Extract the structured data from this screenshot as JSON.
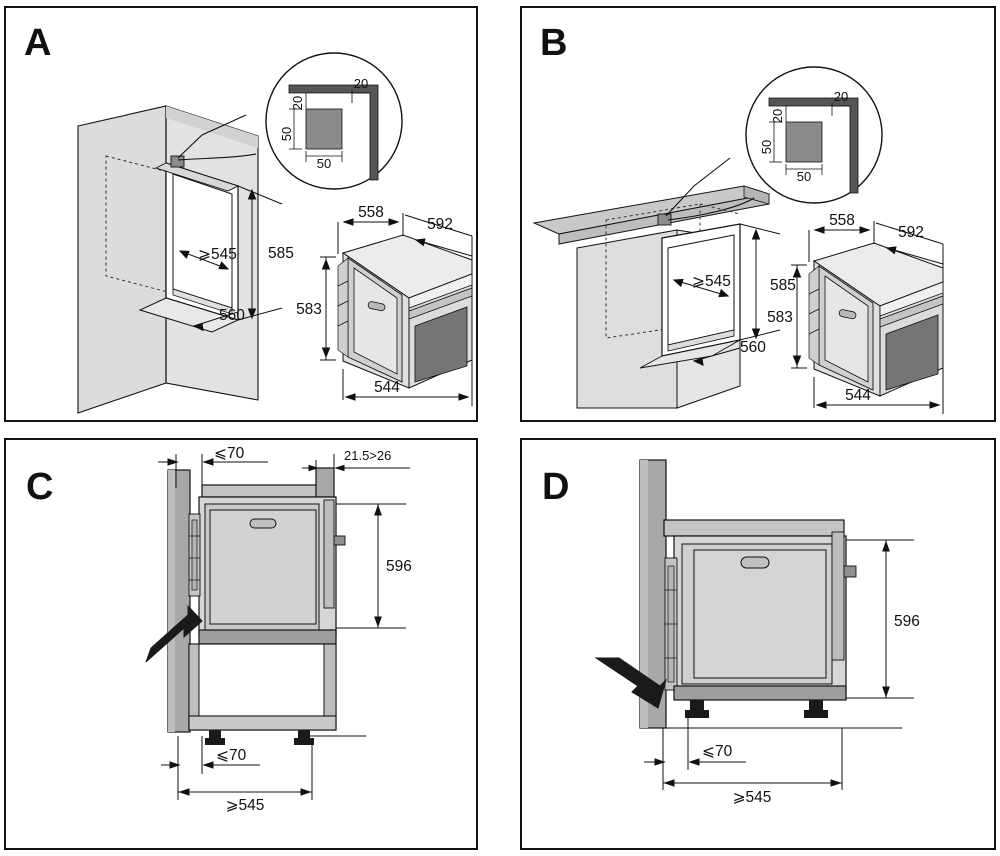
{
  "document": {
    "type": "oven-installation-dimension-diagram",
    "units": "mm"
  },
  "colors": {
    "outline": "#111111",
    "cabinet_fill": "#dcdcdc",
    "cabinet_fill_dark": "#c8c8c8",
    "cabinet_fill_light": "#e8e8e8",
    "oven_body": "#d6d6d6",
    "oven_glass": "#757575",
    "oven_glass_light": "#9a9a9a",
    "panel_border": "#111111",
    "arrow": "#1a1a1a",
    "white": "#ffffff"
  },
  "panels": [
    {
      "id": "a",
      "letter": "A",
      "description": "tall-cabinet-built-in-oven-niche",
      "callout": {
        "shape": "circle",
        "description": "corner-cutout-detail",
        "labels": {
          "top_offset": "20",
          "side_offset": "20",
          "height": "50",
          "width": "50"
        }
      },
      "niche": {
        "width": "⩾545",
        "height": "585",
        "depth": "560"
      },
      "appliance": {
        "depth_front": "558",
        "depth_total": "592",
        "height": "583",
        "width": "544"
      }
    },
    {
      "id": "b",
      "letter": "B",
      "description": "under-counter-built-in-oven-niche",
      "callout": {
        "shape": "circle",
        "description": "corner-cutout-detail",
        "labels": {
          "top_offset": "20",
          "side_offset": "20",
          "height": "50",
          "width": "50"
        }
      },
      "niche": {
        "width": "⩾545",
        "height": "585",
        "depth": "560"
      },
      "appliance": {
        "depth_front": "558",
        "depth_total": "592",
        "height": "583",
        "width": "544"
      }
    },
    {
      "id": "c",
      "letter": "C",
      "description": "tall-unit-side-section-insertion",
      "labels": {
        "top_gap": "⩽70",
        "panel_thickness": "21.5>26",
        "oven_height": "596",
        "bottom_gap": "⩽70",
        "cabinet_width": "⩾545"
      },
      "arrow": {
        "direction": "up-right",
        "meaning": "push-oven-into-cabinet"
      }
    },
    {
      "id": "d",
      "letter": "D",
      "description": "under-counter-side-section-insertion",
      "labels": {
        "oven_height": "596",
        "bottom_gap": "⩽70",
        "cabinet_width": "⩾545"
      },
      "arrow": {
        "direction": "down-right",
        "meaning": "push-oven-into-cabinet"
      }
    }
  ]
}
